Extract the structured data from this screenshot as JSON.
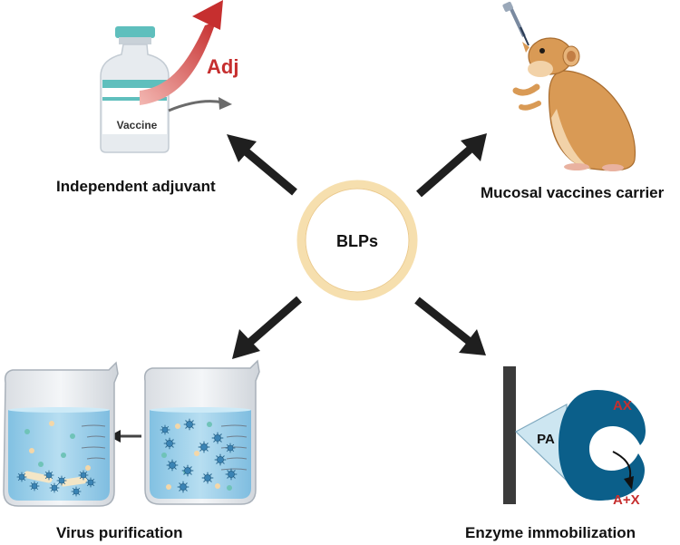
{
  "center": {
    "label": "BLPs"
  },
  "panels": {
    "adjuvant": {
      "caption": "Independent adjuvant",
      "vial_label": "Vaccine",
      "adj_label": "Adj"
    },
    "mucosal": {
      "caption": "Mucosal vaccines carrier"
    },
    "virus": {
      "caption": "Virus purification"
    },
    "enzyme": {
      "caption": "Enzyme immobilization",
      "pa_label": "PA",
      "substrate": "AX",
      "product": "A+X"
    }
  },
  "colors": {
    "arrow": "#1f1f1f",
    "ring": "#f6dfae",
    "adj_red": "#c62f2f",
    "enzyme_blue": "#0b5f8a",
    "beaker_water": "#9fd2ec",
    "vial_cap": "#5fbfbd",
    "hamster": "#d99a55"
  },
  "icons": [
    "vaccine-vial-icon",
    "hamster-icon",
    "beaker-icon",
    "virus-particle-icon",
    "enzyme-icon"
  ]
}
